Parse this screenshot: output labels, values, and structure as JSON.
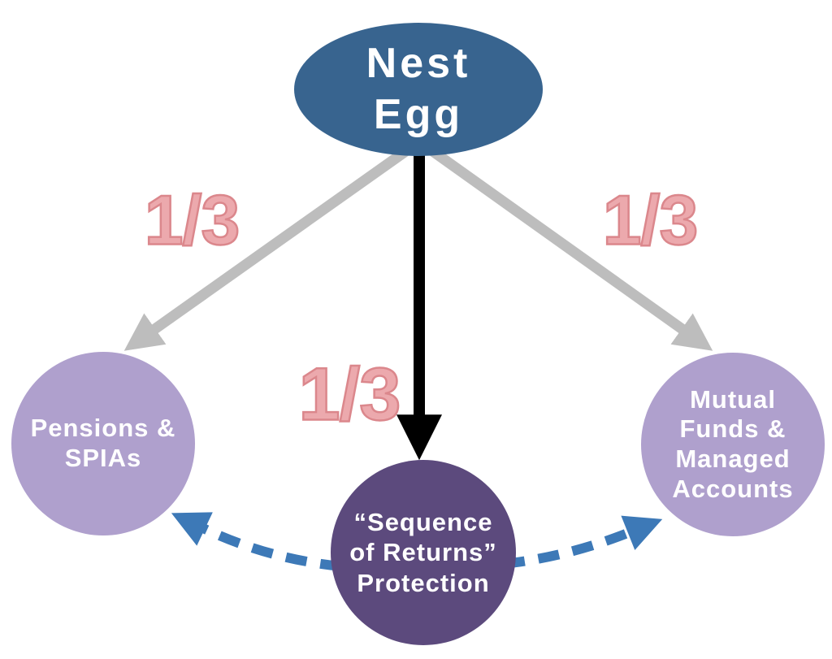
{
  "diagram": {
    "nest_egg": {
      "line1": "Nest",
      "line2": "Egg"
    },
    "fractions": {
      "left": "1/3",
      "center": "1/3",
      "right": "1/3"
    },
    "pensions": {
      "line1": "Pensions &",
      "line2": "SPIAs"
    },
    "sequence": {
      "line1": "“Sequence",
      "line2": "of Returns”",
      "line3": "Protection"
    },
    "mutual": {
      "line1": "Mutual",
      "line2": "Funds &",
      "line3": "Managed",
      "line4": "Accounts"
    },
    "colors": {
      "nest_egg_blue": "#38648F",
      "outer_circle_purple": "#AFA0CD",
      "center_circle_purple": "#5C4A7D",
      "gray_arrow": "#BDBDBD",
      "black_arrow": "#000000",
      "dashed_arrow_blue": "#3D79B7",
      "fraction_fill": "#ECA9AD",
      "fraction_outline": "#DB878C",
      "text_white": "#FFFFFF",
      "background": "#FFFFFF"
    }
  }
}
